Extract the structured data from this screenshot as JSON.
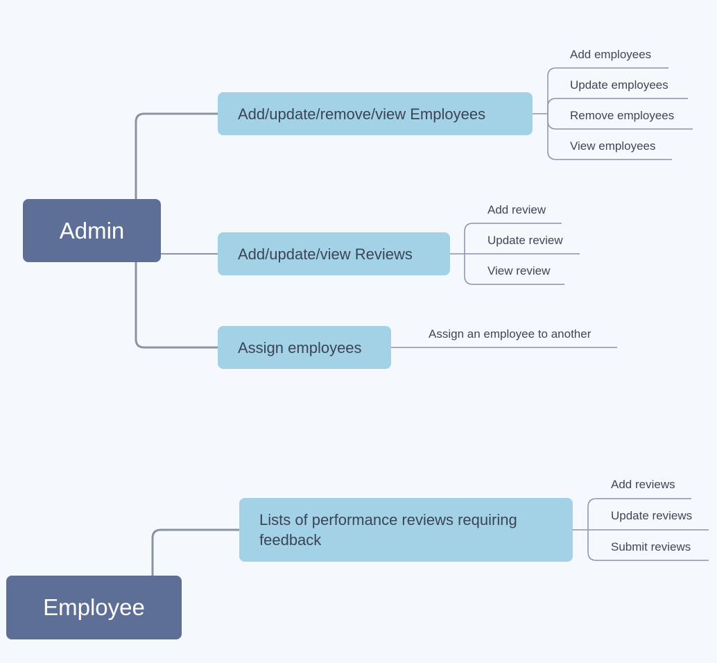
{
  "admin": {
    "label": "Admin",
    "branches": [
      {
        "label": "Add/update/remove/view Employees",
        "children": [
          "Add employees",
          "Update employees",
          "Remove employees",
          "View employees"
        ]
      },
      {
        "label": "Add/update/view Reviews",
        "children": [
          "Add review",
          "Update review",
          "View review"
        ]
      },
      {
        "label": "Assign employees",
        "children": [
          "Assign an employee to another"
        ]
      }
    ]
  },
  "employee": {
    "label": "Employee",
    "branches": [
      {
        "label": "Lists of performance reviews requiring feedback",
        "children": [
          "Add reviews",
          "Update reviews",
          "Submit reviews"
        ]
      }
    ]
  },
  "colors": {
    "background": "#f5f9fd",
    "root_fill": "#5d6f96",
    "topic_fill": "#a3d2e6",
    "root_connector": "#8a939f",
    "leaf_connector": "#8a93a6"
  }
}
